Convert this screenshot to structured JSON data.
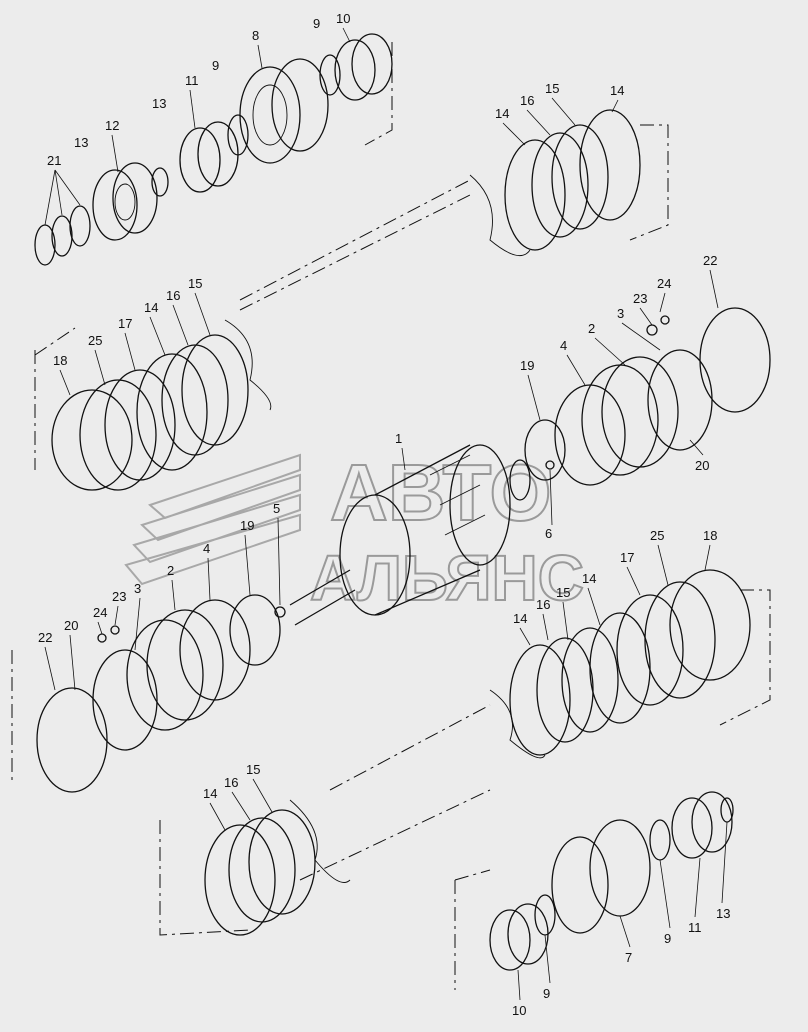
{
  "watermark": {
    "line1": "АВТО",
    "line2": "АЛЬЯНС"
  },
  "callouts": {
    "top": [
      "21",
      "13",
      "12",
      "13",
      "11",
      "9",
      "8",
      "9",
      "10",
      "14",
      "16",
      "15",
      "14"
    ],
    "middle_upper": [
      "18",
      "25",
      "17",
      "14",
      "16",
      "15",
      "22",
      "24",
      "23",
      "3",
      "2",
      "4",
      "19",
      "20",
      "1"
    ],
    "middle_lower": [
      "5",
      "19",
      "4",
      "2",
      "3",
      "23",
      "24",
      "20",
      "22",
      "6",
      "25",
      "18",
      "17",
      "14",
      "15",
      "16",
      "14"
    ],
    "bottom": [
      "14",
      "16",
      "15",
      "10",
      "9",
      "7",
      "9",
      "11",
      "13"
    ]
  },
  "colors": {
    "background": "#ececec",
    "line": "#111111",
    "watermark": "#9a9a9a"
  }
}
